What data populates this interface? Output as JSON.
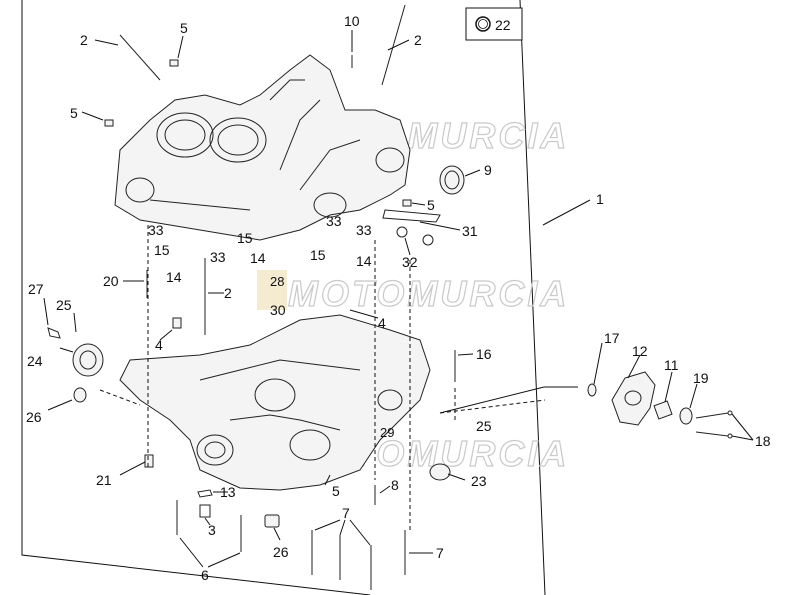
{
  "legend": {
    "ring_label": "22"
  },
  "labels": {
    "l1": "1",
    "l2a": "2",
    "l2b": "2",
    "l2c": "2",
    "l3": "3",
    "l4a": "4",
    "l4b": "4",
    "l5a": "5",
    "l5b": "5",
    "l5c": "5",
    "l5d": "5",
    "l6": "6",
    "l7a": "7",
    "l7b": "7",
    "l8": "8",
    "l9": "9",
    "l10": "10",
    "l11": "11",
    "l12": "12",
    "l13": "13",
    "l14a": "14",
    "l14b": "14",
    "l14c": "14",
    "l15a": "15",
    "l15b": "15",
    "l15c": "15",
    "l16": "16",
    "l17": "17",
    "l18": "18",
    "l19": "19",
    "l20": "20",
    "l21": "21",
    "l23": "23",
    "l24": "24",
    "l25a": "25",
    "l25b": "25",
    "l26a": "26",
    "l26b": "26",
    "l27": "27",
    "l28": "28",
    "l29": "29",
    "l30": "30",
    "l31": "31",
    "l32": "32",
    "l33a": "33",
    "l33b": "33",
    "l33c": "33",
    "l33d": "33"
  },
  "watermarks": [
    "MOTOMURCIA",
    "MOTOMURCIA",
    "MOTOMURCIA"
  ]
}
